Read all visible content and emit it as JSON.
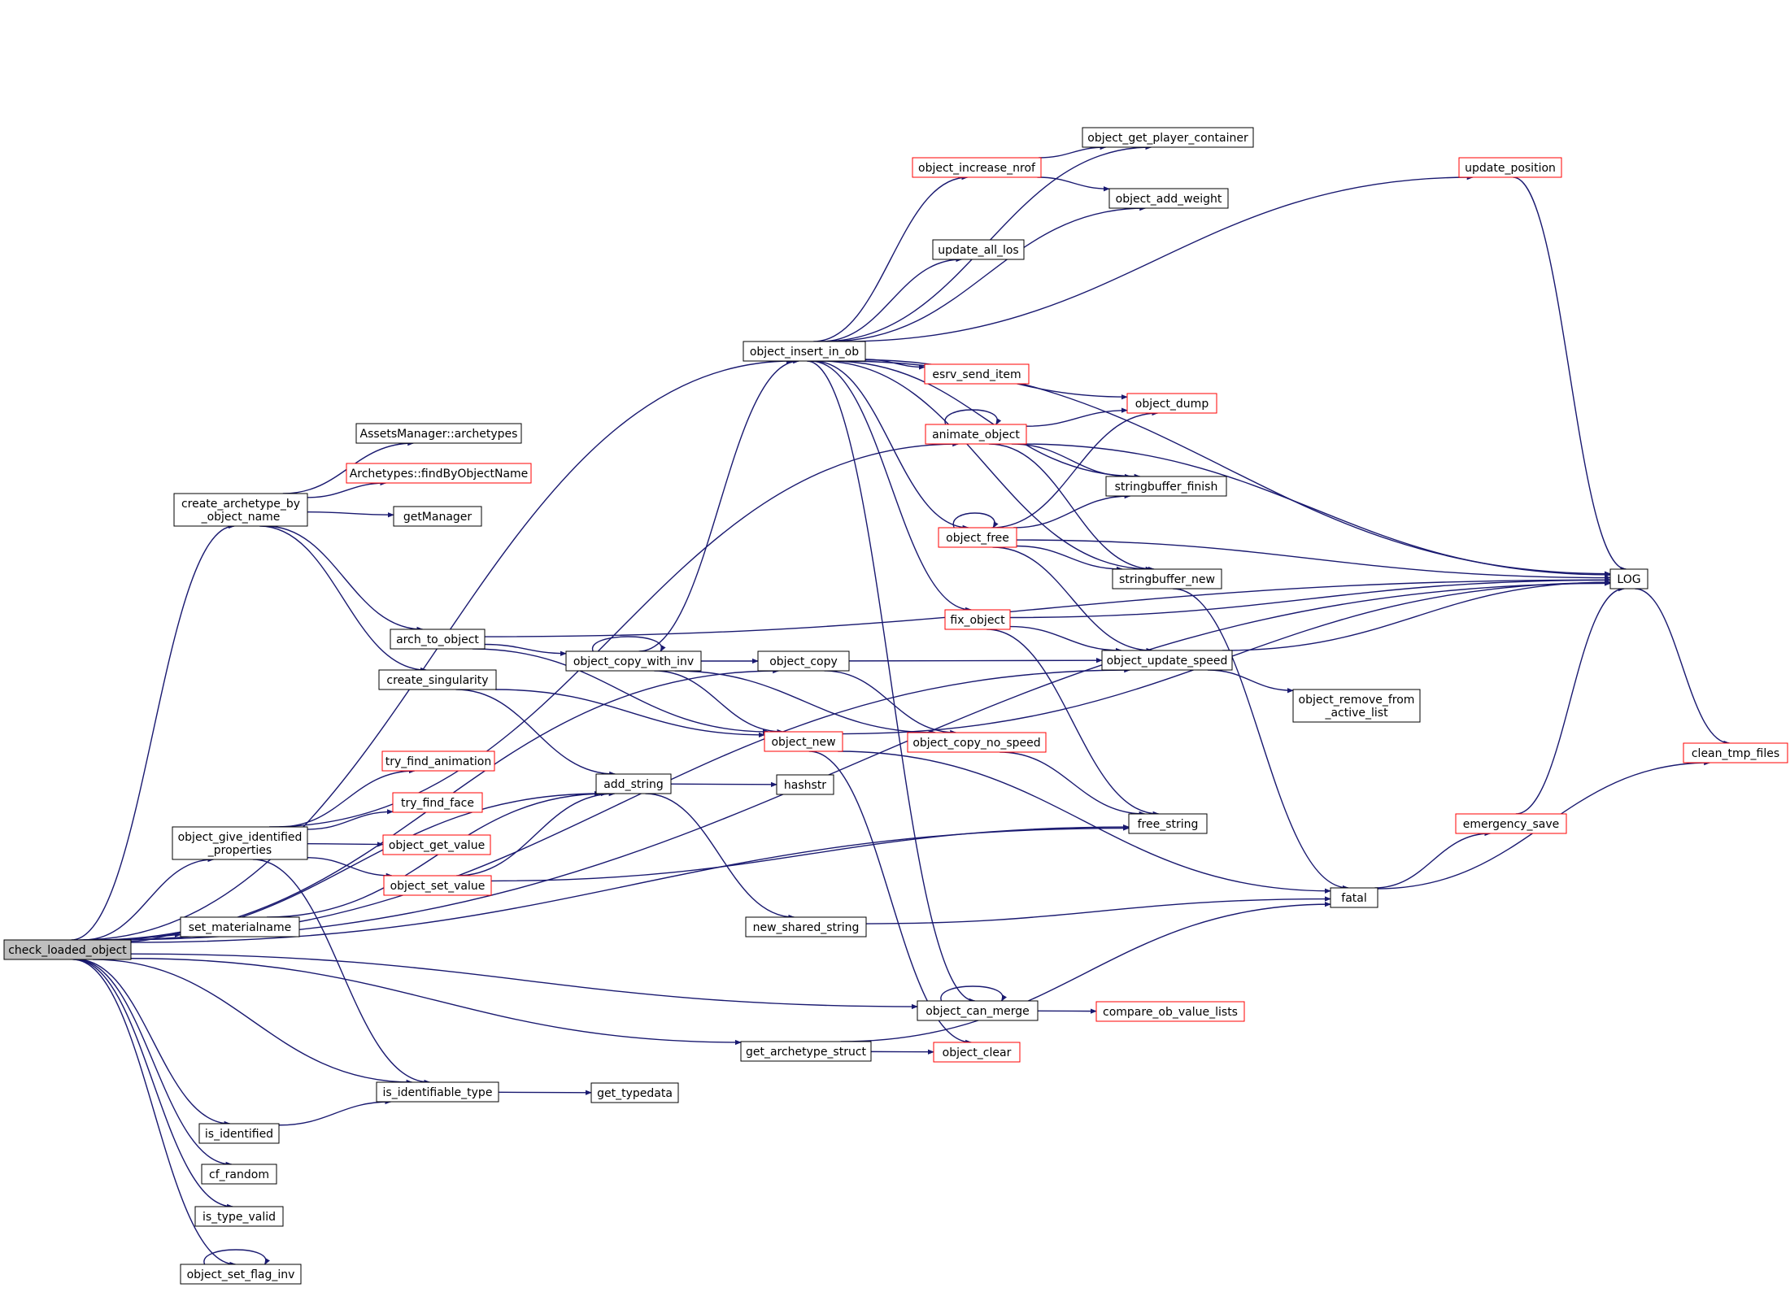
{
  "colors": {
    "edge": "#191970",
    "node_border_normal": "#000000",
    "node_border_external": "#ff0000",
    "root_fill": "#bfbfbf",
    "node_fill": "#ffffff",
    "text": "#000000"
  },
  "nodes": [
    {
      "id": "check_loaded_object",
      "lines": [
        "check_loaded_object"
      ],
      "style": "root"
    },
    {
      "id": "object_insert_in_ob",
      "lines": [
        "object_insert_in_ob"
      ],
      "style": "normal"
    },
    {
      "id": "LOG",
      "lines": [
        "LOG"
      ],
      "style": "normal"
    },
    {
      "id": "object_get_player_container",
      "lines": [
        "object_get_player_container"
      ],
      "style": "normal"
    },
    {
      "id": "object_increase_nrof",
      "lines": [
        "object_increase_nrof"
      ],
      "style": "external"
    },
    {
      "id": "object_add_weight",
      "lines": [
        "object_add_weight"
      ],
      "style": "normal"
    },
    {
      "id": "update_position",
      "lines": [
        "update_position"
      ],
      "style": "external"
    },
    {
      "id": "update_all_los",
      "lines": [
        "update_all_los"
      ],
      "style": "normal"
    },
    {
      "id": "esrv_send_item",
      "lines": [
        "esrv_send_item"
      ],
      "style": "external"
    },
    {
      "id": "object_dump",
      "lines": [
        "object_dump"
      ],
      "style": "external"
    },
    {
      "id": "animate_object",
      "lines": [
        "animate_object"
      ],
      "style": "external"
    },
    {
      "id": "stringbuffer_finish",
      "lines": [
        "stringbuffer_finish"
      ],
      "style": "normal"
    },
    {
      "id": "object_free",
      "lines": [
        "object_free"
      ],
      "style": "external"
    },
    {
      "id": "stringbuffer_new",
      "lines": [
        "stringbuffer_new"
      ],
      "style": "normal"
    },
    {
      "id": "fix_object",
      "lines": [
        "fix_object"
      ],
      "style": "external"
    },
    {
      "id": "object_update_speed",
      "lines": [
        "object_update_speed"
      ],
      "style": "normal"
    },
    {
      "id": "object_remove_from_active_list",
      "lines": [
        "object_remove_from",
        "_active_list"
      ],
      "style": "normal"
    },
    {
      "id": "AssetsManager_archetypes",
      "lines": [
        "AssetsManager::archetypes"
      ],
      "style": "normal"
    },
    {
      "id": "Archetypes_findByObjectName",
      "lines": [
        "Archetypes::findByObjectName"
      ],
      "style": "external"
    },
    {
      "id": "create_archetype_by_object_name",
      "lines": [
        "create_archetype_by",
        "_object_name"
      ],
      "style": "normal"
    },
    {
      "id": "getManager",
      "lines": [
        "getManager"
      ],
      "style": "normal"
    },
    {
      "id": "arch_to_object",
      "lines": [
        "arch_to_object"
      ],
      "style": "normal"
    },
    {
      "id": "object_copy_with_inv",
      "lines": [
        "object_copy_with_inv"
      ],
      "style": "normal"
    },
    {
      "id": "object_copy",
      "lines": [
        "object_copy"
      ],
      "style": "normal"
    },
    {
      "id": "create_singularity",
      "lines": [
        "create_singularity"
      ],
      "style": "normal"
    },
    {
      "id": "object_new",
      "lines": [
        "object_new"
      ],
      "style": "external"
    },
    {
      "id": "object_copy_no_speed",
      "lines": [
        "object_copy_no_speed"
      ],
      "style": "external"
    },
    {
      "id": "clean_tmp_files",
      "lines": [
        "clean_tmp_files"
      ],
      "style": "external"
    },
    {
      "id": "try_find_animation",
      "lines": [
        "try_find_animation"
      ],
      "style": "external"
    },
    {
      "id": "add_string",
      "lines": [
        "add_string"
      ],
      "style": "normal"
    },
    {
      "id": "hashstr",
      "lines": [
        "hashstr"
      ],
      "style": "normal"
    },
    {
      "id": "try_find_face",
      "lines": [
        "try_find_face"
      ],
      "style": "external"
    },
    {
      "id": "free_string",
      "lines": [
        "free_string"
      ],
      "style": "normal"
    },
    {
      "id": "emergency_save",
      "lines": [
        "emergency_save"
      ],
      "style": "external"
    },
    {
      "id": "object_give_identified_properties",
      "lines": [
        "object_give_identified",
        "_properties"
      ],
      "style": "normal"
    },
    {
      "id": "object_get_value",
      "lines": [
        "object_get_value"
      ],
      "style": "external"
    },
    {
      "id": "object_set_value",
      "lines": [
        "object_set_value"
      ],
      "style": "external"
    },
    {
      "id": "fatal",
      "lines": [
        "fatal"
      ],
      "style": "normal"
    },
    {
      "id": "set_materialname",
      "lines": [
        "set_materialname"
      ],
      "style": "normal"
    },
    {
      "id": "new_shared_string",
      "lines": [
        "new_shared_string"
      ],
      "style": "normal"
    },
    {
      "id": "object_can_merge",
      "lines": [
        "object_can_merge"
      ],
      "style": "normal"
    },
    {
      "id": "compare_ob_value_lists",
      "lines": [
        "compare_ob_value_lists"
      ],
      "style": "external"
    },
    {
      "id": "get_archetype_struct",
      "lines": [
        "get_archetype_struct"
      ],
      "style": "normal"
    },
    {
      "id": "object_clear",
      "lines": [
        "object_clear"
      ],
      "style": "external"
    },
    {
      "id": "is_identifiable_type",
      "lines": [
        "is_identifiable_type"
      ],
      "style": "normal"
    },
    {
      "id": "get_typedata",
      "lines": [
        "get_typedata"
      ],
      "style": "normal"
    },
    {
      "id": "is_identified",
      "lines": [
        "is_identified"
      ],
      "style": "normal"
    },
    {
      "id": "cf_random",
      "lines": [
        "cf_random"
      ],
      "style": "normal"
    },
    {
      "id": "is_type_valid",
      "lines": [
        "is_type_valid"
      ],
      "style": "normal"
    },
    {
      "id": "object_set_flag_inv",
      "lines": [
        "object_set_flag_inv"
      ],
      "style": "normal"
    }
  ],
  "edges": [
    [
      "check_loaded_object",
      "LOG"
    ],
    [
      "check_loaded_object",
      "object_insert_in_ob"
    ],
    [
      "check_loaded_object",
      "object_update_speed"
    ],
    [
      "check_loaded_object",
      "create_archetype_by_object_name"
    ],
    [
      "check_loaded_object",
      "object_copy"
    ],
    [
      "check_loaded_object",
      "add_string"
    ],
    [
      "check_loaded_object",
      "object_give_identified_properties"
    ],
    [
      "check_loaded_object",
      "set_materialname"
    ],
    [
      "check_loaded_object",
      "free_string"
    ],
    [
      "check_loaded_object",
      "object_can_merge"
    ],
    [
      "check_loaded_object",
      "get_archetype_struct"
    ],
    [
      "check_loaded_object",
      "is_identifiable_type"
    ],
    [
      "check_loaded_object",
      "is_identified"
    ],
    [
      "check_loaded_object",
      "cf_random"
    ],
    [
      "check_loaded_object",
      "is_type_valid"
    ],
    [
      "check_loaded_object",
      "object_set_flag_inv"
    ],
    [
      "object_insert_in_ob",
      "LOG"
    ],
    [
      "object_insert_in_ob",
      "update_position"
    ],
    [
      "object_insert_in_ob",
      "object_get_player_container"
    ],
    [
      "object_insert_in_ob",
      "object_increase_nrof"
    ],
    [
      "object_insert_in_ob",
      "object_add_weight"
    ],
    [
      "object_insert_in_ob",
      "update_all_los"
    ],
    [
      "object_insert_in_ob",
      "esrv_send_item"
    ],
    [
      "object_insert_in_ob",
      "object_dump"
    ],
    [
      "object_insert_in_ob",
      "stringbuffer_finish"
    ],
    [
      "object_insert_in_ob",
      "object_free"
    ],
    [
      "object_insert_in_ob",
      "stringbuffer_new"
    ],
    [
      "object_insert_in_ob",
      "fix_object"
    ],
    [
      "object_insert_in_ob",
      "object_can_merge"
    ],
    [
      "object_increase_nrof",
      "object_get_player_container"
    ],
    [
      "object_increase_nrof",
      "object_add_weight"
    ],
    [
      "update_position",
      "LOG"
    ],
    [
      "animate_object",
      "animate_object"
    ],
    [
      "animate_object",
      "object_dump"
    ],
    [
      "animate_object",
      "LOG"
    ],
    [
      "animate_object",
      "stringbuffer_finish"
    ],
    [
      "animate_object",
      "stringbuffer_new"
    ],
    [
      "object_free",
      "object_free"
    ],
    [
      "object_free",
      "object_dump"
    ],
    [
      "object_free",
      "stringbuffer_finish"
    ],
    [
      "object_free",
      "LOG"
    ],
    [
      "object_free",
      "stringbuffer_new"
    ],
    [
      "object_free",
      "object_update_speed"
    ],
    [
      "stringbuffer_new",
      "fatal"
    ],
    [
      "fix_object",
      "LOG"
    ],
    [
      "fix_object",
      "object_update_speed"
    ],
    [
      "fix_object",
      "free_string"
    ],
    [
      "object_update_speed",
      "LOG"
    ],
    [
      "object_update_speed",
      "object_remove_from_active_list"
    ],
    [
      "LOG",
      "clean_tmp_files"
    ],
    [
      "create_archetype_by_object_name",
      "AssetsManager_archetypes"
    ],
    [
      "create_archetype_by_object_name",
      "Archetypes_findByObjectName"
    ],
    [
      "create_archetype_by_object_name",
      "getManager"
    ],
    [
      "create_archetype_by_object_name",
      "arch_to_object"
    ],
    [
      "create_archetype_by_object_name",
      "create_singularity"
    ],
    [
      "arch_to_object",
      "LOG"
    ],
    [
      "arch_to_object",
      "object_copy_with_inv"
    ],
    [
      "arch_to_object",
      "object_new"
    ],
    [
      "object_copy_with_inv",
      "object_copy_with_inv"
    ],
    [
      "object_copy_with_inv",
      "object_insert_in_ob"
    ],
    [
      "object_copy_with_inv",
      "object_copy"
    ],
    [
      "object_copy_with_inv",
      "object_new"
    ],
    [
      "object_copy_with_inv",
      "object_copy_no_speed"
    ],
    [
      "object_copy",
      "object_update_speed"
    ],
    [
      "object_copy",
      "object_copy_no_speed"
    ],
    [
      "create_singularity",
      "add_string"
    ],
    [
      "create_singularity",
      "object_new"
    ],
    [
      "object_new",
      "LOG"
    ],
    [
      "object_new",
      "fatal"
    ],
    [
      "object_new",
      "object_clear"
    ],
    [
      "object_copy_no_speed",
      "free_string"
    ],
    [
      "add_string",
      "hashstr"
    ],
    [
      "add_string",
      "new_shared_string"
    ],
    [
      "object_give_identified_properties",
      "animate_object"
    ],
    [
      "object_give_identified_properties",
      "try_find_animation"
    ],
    [
      "object_give_identified_properties",
      "try_find_face"
    ],
    [
      "object_give_identified_properties",
      "object_get_value"
    ],
    [
      "object_give_identified_properties",
      "object_set_value"
    ],
    [
      "object_give_identified_properties",
      "is_identifiable_type"
    ],
    [
      "object_set_value",
      "add_string"
    ],
    [
      "object_set_value",
      "free_string"
    ],
    [
      "set_materialname",
      "add_string"
    ],
    [
      "new_shared_string",
      "fatal"
    ],
    [
      "fatal",
      "emergency_save"
    ],
    [
      "fatal",
      "clean_tmp_files"
    ],
    [
      "emergency_save",
      "LOG"
    ],
    [
      "object_can_merge",
      "object_can_merge"
    ],
    [
      "object_can_merge",
      "compare_ob_value_lists"
    ],
    [
      "get_archetype_struct",
      "object_clear"
    ],
    [
      "get_archetype_struct",
      "fatal"
    ],
    [
      "is_identifiable_type",
      "get_typedata"
    ],
    [
      "is_identified",
      "is_identifiable_type"
    ],
    [
      "object_set_flag_inv",
      "object_set_flag_inv"
    ]
  ]
}
